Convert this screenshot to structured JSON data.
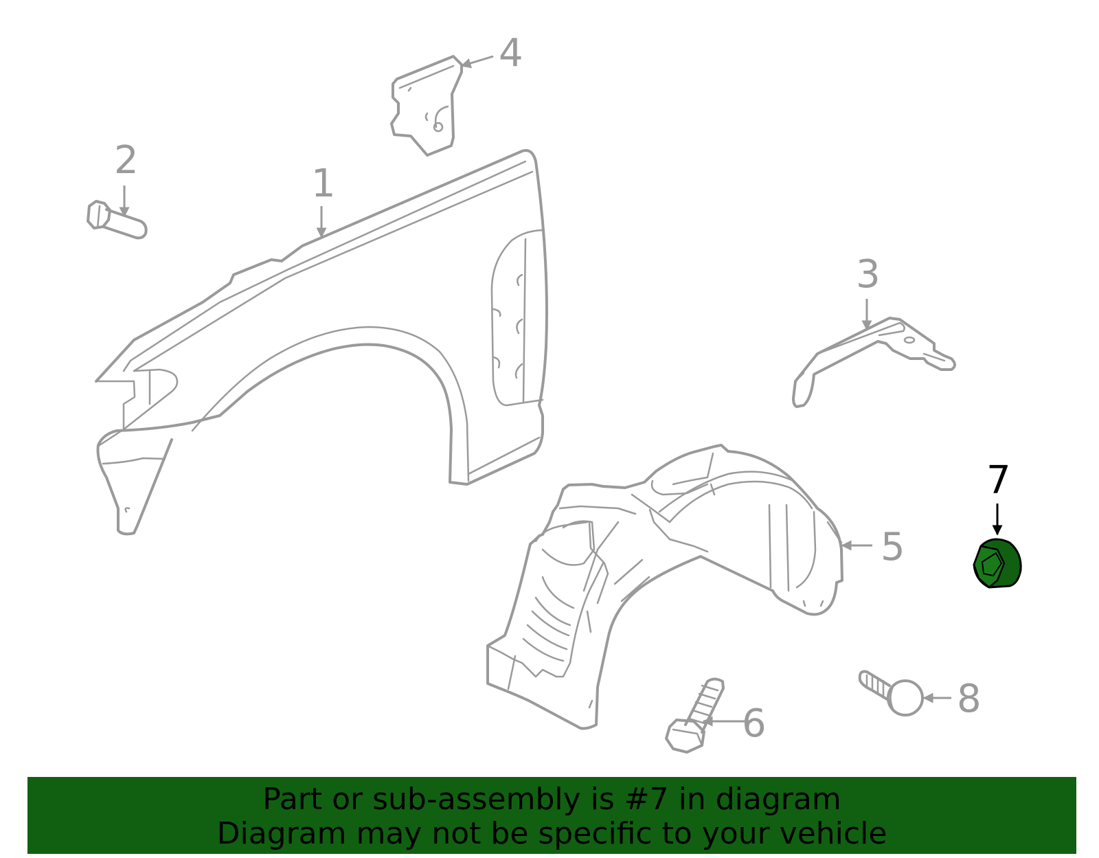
{
  "diagram": {
    "callouts": [
      "1",
      "2",
      "3",
      "4",
      "5",
      "6",
      "7",
      "8"
    ],
    "highlighted_part": "7",
    "highlight_color": "#116011",
    "line_color": "#9a9a9a"
  },
  "banner": {
    "line1": "Part or sub-assembly is #7 in diagram",
    "line2": "Diagram may not be specific to your vehicle",
    "background": "#116011"
  }
}
